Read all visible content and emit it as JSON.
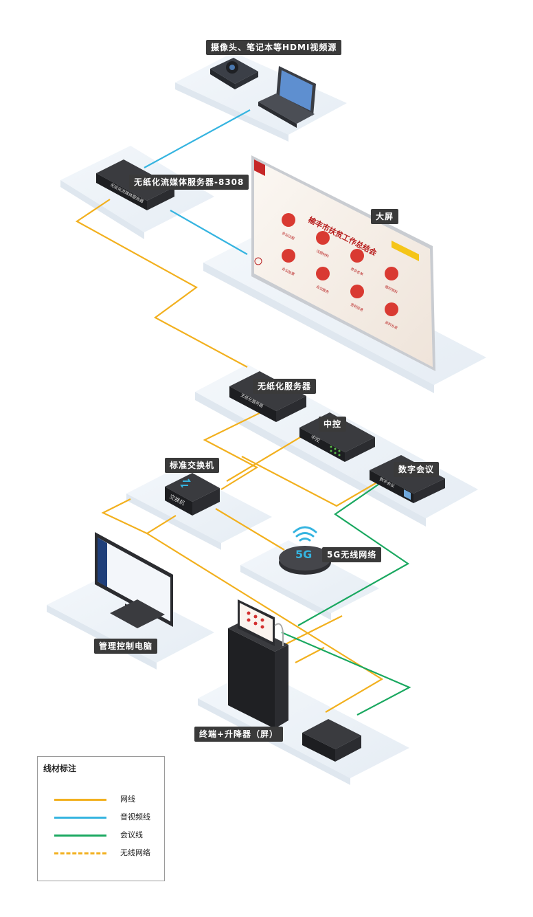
{
  "labels": {
    "source": "摄像头、笔记本等HDMI视频源",
    "media_server": "无纸化流媒体服务器-8308",
    "big_screen": "大屏",
    "paperless_server": "无纸化服务器",
    "central_control": "中控",
    "digital_conference": "数字会议",
    "switch": "标准交换机",
    "wireless": "5G无线网络",
    "pc": "管理控制电脑",
    "terminal": "终端+升降器（屏）"
  },
  "device_text": {
    "media_server_face": "无纸化流媒体服务器",
    "server_face": "无纸化服务器",
    "control_face": "中控",
    "conference_face": "数字会议",
    "switch_face": "交换机",
    "wifi_badge": "5G",
    "screen_title": "榆丰市扶贫工作总结会"
  },
  "screen_icons": [
    "会议议程",
    "议题材料",
    "参会名单",
    "临时资料",
    "会议投票",
    "会议服务",
    "签到信息",
    "资料分发"
  ],
  "legend": {
    "title": "线材标注",
    "items": [
      {
        "label": "网线",
        "color": "#f2b01e",
        "style": "solid"
      },
      {
        "label": "音视频线",
        "color": "#35b4e0",
        "style": "solid"
      },
      {
        "label": "会议线",
        "color": "#1aa860",
        "style": "solid"
      },
      {
        "label": "无线网络",
        "color": "#f2b01e",
        "style": "dashed"
      }
    ]
  }
}
